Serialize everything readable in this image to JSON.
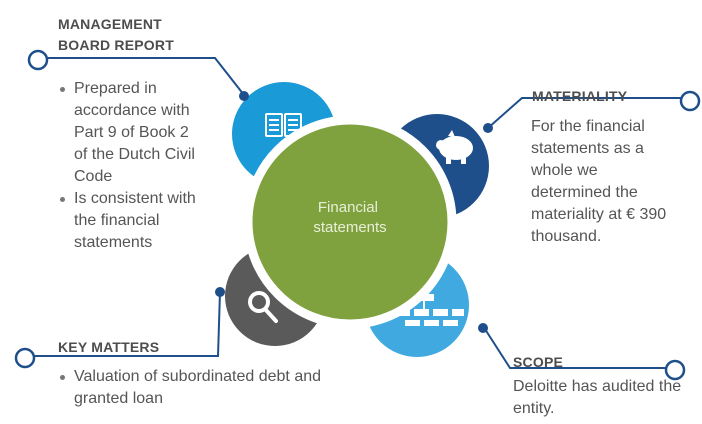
{
  "center": {
    "label_line1": "Financial",
    "label_line2": "statements"
  },
  "management": {
    "heading_line1": "MANAGEMENT",
    "heading_line2": "BOARD REPORT",
    "bullets": [
      "Prepared in accordance with Part 9 of Book 2 of the Dutch Civil Code",
      "Is consistent with the financial statements"
    ]
  },
  "materiality": {
    "heading": "MATERIALITY",
    "text": "For the financial statements as a whole we determined the materiality at € 390 thousand."
  },
  "key_matters": {
    "heading": "KEY MATTERS",
    "bullets": [
      "Valuation of subordinated debt and granted loan"
    ]
  },
  "scope": {
    "heading": "SCOPE",
    "text": "Deloitte has audited the entity."
  },
  "icons": {
    "management": "book-icon",
    "materiality": "piggy-bank-icon",
    "key_matters": "magnifier-icon",
    "scope": "org-chart-icon"
  },
  "colors": {
    "center": "#7fa23e",
    "management": "#1a9ad6",
    "materiality": "#1e4f8b",
    "key_matters": "#5a5a5a",
    "scope": "#3fa9e0",
    "connector": "#1e4f8b"
  }
}
